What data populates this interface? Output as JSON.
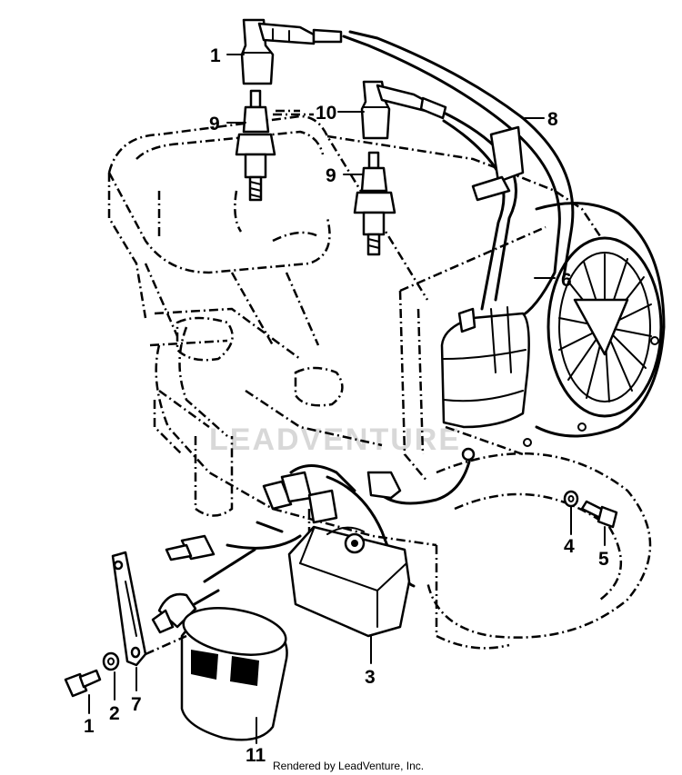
{
  "callouts": {
    "c1_top": "1",
    "c9_left": "9",
    "c10": "10",
    "c9_right": "9",
    "c8": "8",
    "c6": "6",
    "c4": "4",
    "c5": "5",
    "c3": "3",
    "c1_bottom": "1",
    "c2": "2",
    "c7": "7",
    "c11": "11"
  },
  "watermark": "LEADVENTURE",
  "footer": "Rendered by LeadVenture, Inc.",
  "colors": {
    "ink": "#000000",
    "paper": "#ffffff",
    "watermark": "#d8d8d8"
  }
}
